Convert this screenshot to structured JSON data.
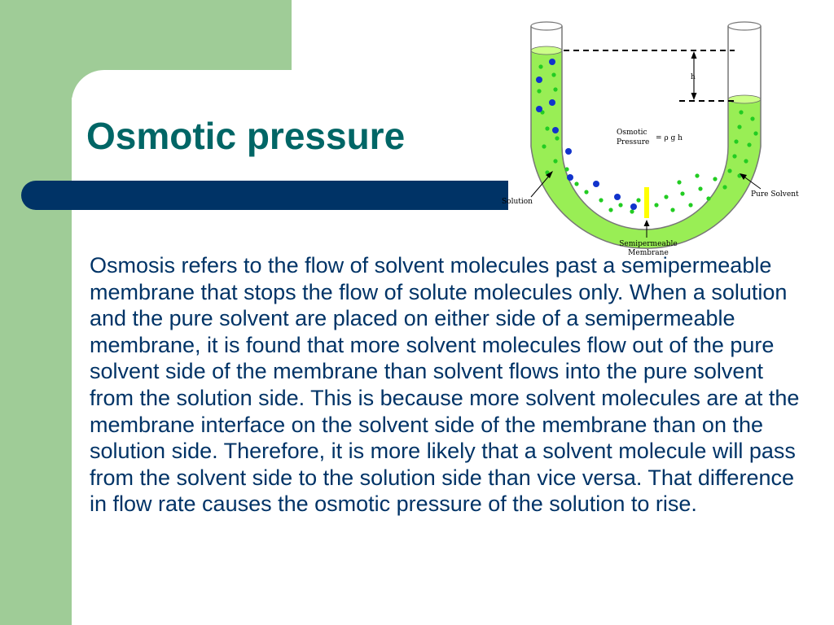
{
  "slide": {
    "title": "Osmotic pressure",
    "body": "Osmosis refers to the flow of solvent molecules past a semipermeable membrane that stops the flow of solute molecules only. When a solution and the pure solvent are placed on either side of a semipermeable membrane, it is found that more solvent molecules flow out of the pure solvent side of the membrane than solvent flows into the pure solvent from the solution side.  This is because more solvent molecules are at the membrane interface on the solvent side of the membrane than on the solution side. Therefore, it is more likely that a solvent molecule will pass from the solvent side to the solution side than vice versa. That difference in flow rate causes the osmotic pressure of the solution to rise."
  },
  "diagram": {
    "label_h": "h",
    "label_osmotic_1": "Osmotic",
    "label_osmotic_2": "Pressure",
    "formula": "= ρ g h",
    "label_solution": "Solution",
    "label_pure_solvent": "Pure Solvent",
    "label_membrane_1": "Semipermeable",
    "label_membrane_2": "Membrane"
  },
  "colors": {
    "background_green": "#9fcc97",
    "title_bar_navy": "#003366",
    "title_teal": "#006666",
    "body_navy": "#003366",
    "liquid_green": "#99ee55",
    "solvent_dot": "#22cc22",
    "solute_dot": "#1133cc",
    "membrane_yellow": "#ffff00"
  }
}
